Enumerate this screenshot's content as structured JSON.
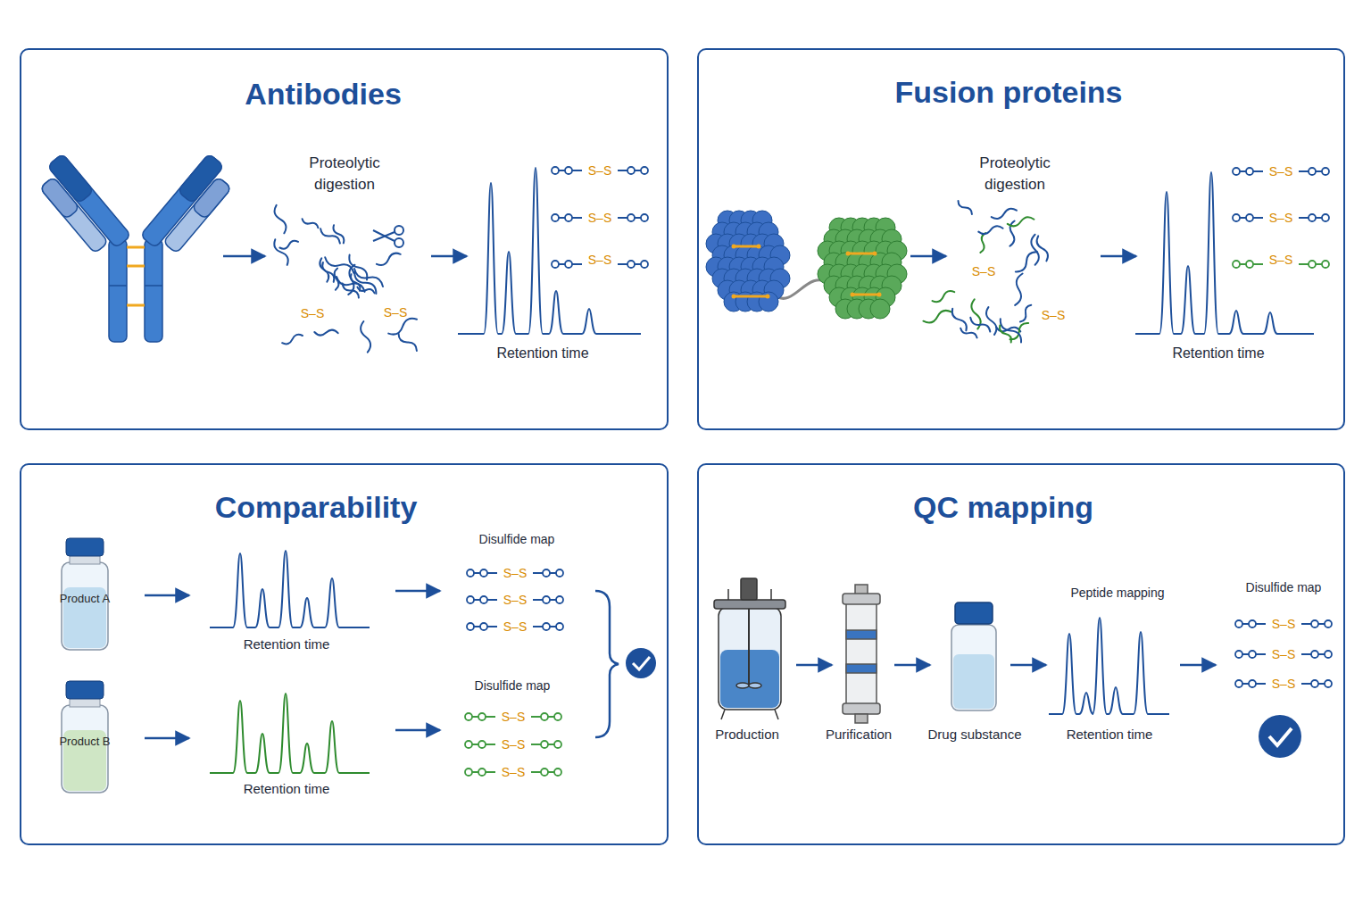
{
  "diagram": {
    "nodes": [
      {
        "text": [
          "Antibodies"
        ]
      },
      {
        "text": [
          "Fusion proteins"
        ]
      },
      {
        "text": [
          "Comparability"
        ]
      },
      {
        "text": [
          "Product A"
        ],
        "in": 2
      },
      {
        "text": [
          "Product B"
        ],
        "in": 2
      },
      {
        "text": [
          "QC mapping"
        ]
      }
    ],
    "labels": [
      "Proteolytic digestion",
      "S–S",
      "S–S",
      "S–S",
      "S–S",
      "S–S",
      "Retention time",
      "Proteolytic digestion",
      "S–S",
      "S–S",
      "S–S",
      "S–S",
      "S–S",
      "Retention time",
      "Retention time",
      "Disulfide map",
      "S–S",
      "S–S",
      "S–S",
      "Retention time",
      "Disulfide map",
      "S–S",
      "S–S",
      "S–S",
      "Production",
      "Purification",
      "Drug substance",
      "Peptide mapping",
      "Retention time",
      "Disulfide map",
      "S–S",
      "S–S",
      "S–S"
    ]
  }
}
